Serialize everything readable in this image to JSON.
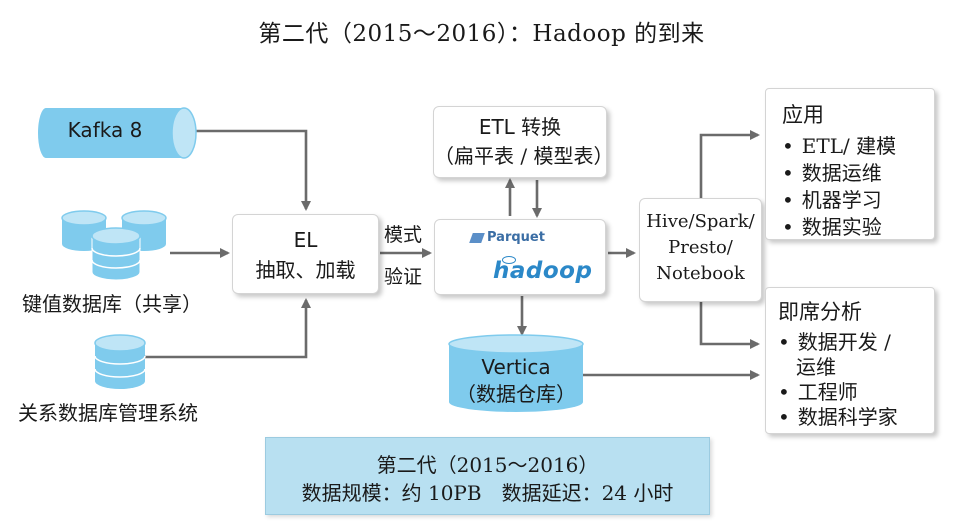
{
  "title": "第二代（2015～2016）：Hadoop 的到来",
  "sources": {
    "kafka": "Kafka 8",
    "kv_db": "键值数据库（共享）",
    "rdbms": "关系数据库管理系统"
  },
  "el_box": {
    "line1": "EL",
    "line2": "抽取、加载"
  },
  "schema_label": {
    "line1": "模式",
    "line2": "验证"
  },
  "etl_box": {
    "line1": "ETL 转换",
    "line2": "（扁平表 / 模型表）"
  },
  "lake": {
    "parquet": "Parquet",
    "hadoop": "hadoop"
  },
  "vertica": {
    "line1": "Vertica",
    "line2": "（数据仓库）"
  },
  "engines": {
    "lines": [
      "Hive/Spark/",
      "Presto/",
      "Notebook"
    ]
  },
  "apps": {
    "heading": "应用",
    "items": [
      "ETL/ 建模",
      "数据运维",
      "机器学习",
      "数据实验"
    ]
  },
  "adhoc": {
    "heading": "即席分析",
    "items": [
      "数据开发 /",
      "运维",
      "工程师",
      "数据科学家"
    ]
  },
  "summary": {
    "line1": "第二代（2015～2016）",
    "line2": "数据规模：约 10PB　数据延迟：24 小时"
  },
  "colors": {
    "cylinder": "#7fcbed",
    "cylinder_top": "#bfe5f6",
    "arrow": "#6b6b6b",
    "summary_bg": "#b8e0f1"
  }
}
